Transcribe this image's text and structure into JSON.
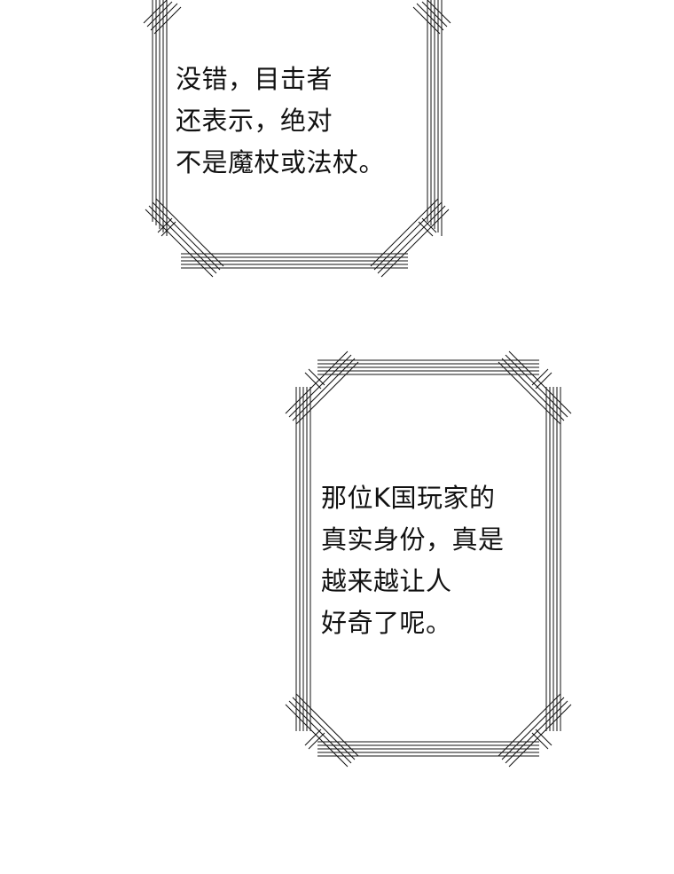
{
  "panels": [
    {
      "lines": [
        "没错，目击者",
        "还表示，绝对",
        "不是魔杖或法杖。"
      ]
    },
    {
      "lines": [
        "那位K国玩家的",
        "真实身份，真是",
        "越来越让人",
        "好奇了呢。"
      ]
    }
  ],
  "colors": {
    "ink": "#111111",
    "background": "#ffffff"
  }
}
